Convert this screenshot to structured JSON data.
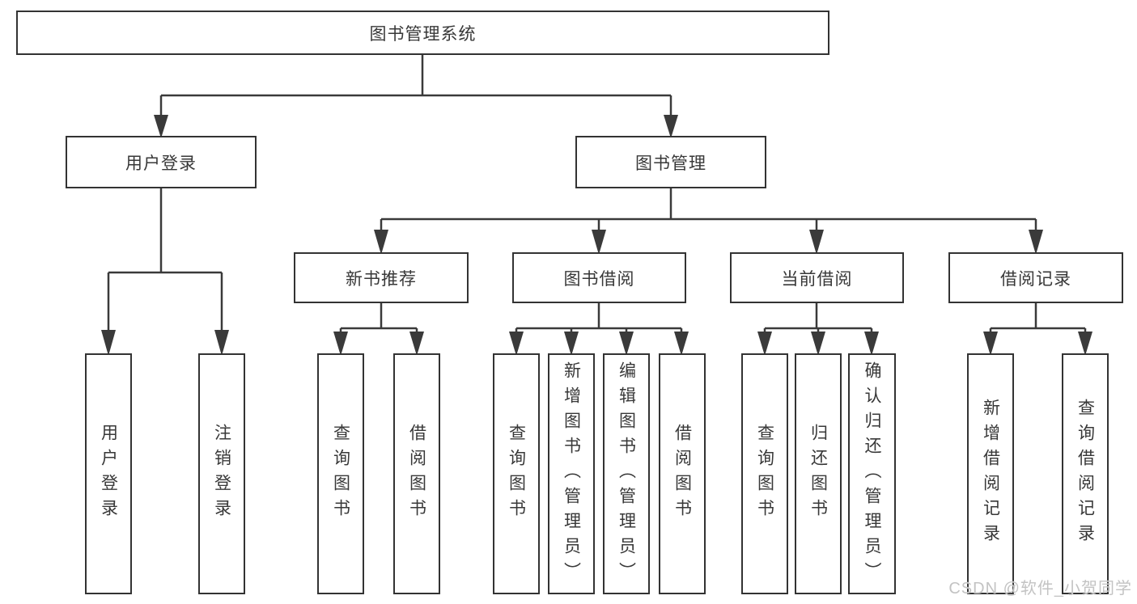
{
  "diagram": {
    "root": {
      "label": "图书管理系统"
    },
    "level1": [
      {
        "label": "用户登录"
      },
      {
        "label": "图书管理"
      }
    ],
    "level2": [
      {
        "label": "新书推荐"
      },
      {
        "label": "图书借阅"
      },
      {
        "label": "当前借阅"
      },
      {
        "label": "借阅记录"
      }
    ],
    "leaves": {
      "user_login": [
        "用户登录",
        "注销登录"
      ],
      "new_book_recommend": [
        "查询图书",
        "借阅图书"
      ],
      "book_borrowing": [
        "查询图书",
        "新增图书（管理员）",
        "编辑图书（管理员）",
        "借阅图书"
      ],
      "current_borrowing": [
        "查询图书",
        "归还图书",
        "确认归还（管理员）"
      ],
      "borrowing_records": [
        "新增借阅记录",
        "查询借阅记录"
      ]
    }
  },
  "watermark": {
    "text": "CSDN @软件_小贺同学"
  },
  "colors": {
    "line": "#3a3a3a",
    "box_border": "#333333",
    "text": "#383838",
    "background": "#ffffff",
    "watermark": "#c3c3c3"
  }
}
